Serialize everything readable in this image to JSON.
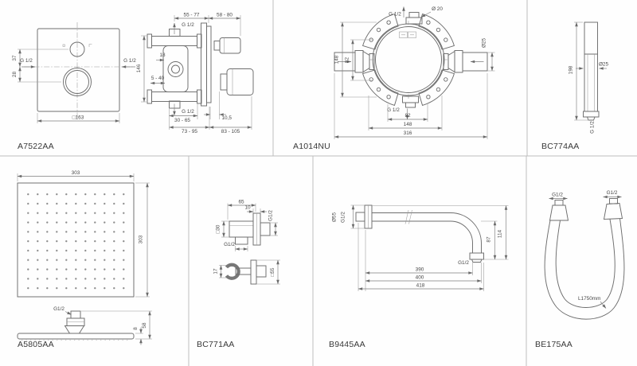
{
  "colors": {
    "line": "#6d6d6d",
    "dim_text": "#474747",
    "grid": "#bdbdbd"
  },
  "panels": {
    "p1": {
      "code": "A7522AA",
      "front": {
        "d37": "37",
        "d28": "28",
        "gL": "G 1/2",
        "gR": "G 1/2",
        "w163": "□163"
      },
      "side": {
        "s5577": "55 - 77",
        "s5880": "58 - 80",
        "gT": "G 1/2",
        "d18": "18",
        "h146": "146",
        "s540": "5 - 40",
        "gB": "G 1/2",
        "s3065": "30 - 65",
        "d105": "10,5",
        "s7395": "73 - 95",
        "s83105": "83 - 105"
      }
    },
    "p2": {
      "code": "A1014NU",
      "dims": {
        "gT": "G 1/2",
        "d20": "Ø 20",
        "v148": "148",
        "v82": "82",
        "d25": "Ø25",
        "gB": "G 1/2",
        "h82": "82",
        "h148": "148",
        "h316": "316"
      }
    },
    "p3": {
      "code": "BC774AA",
      "dims": {
        "h198": "198",
        "d25": "Ø25",
        "g": "G 1/2"
      }
    },
    "p4": {
      "code": "A5805AA",
      "dims": {
        "w303": "303",
        "h303": "303",
        "g": "G1/2",
        "t8": "8",
        "h58": "58"
      }
    },
    "p5": {
      "code": "BC771AA",
      "dims": {
        "w65": "65",
        "d10": "10",
        "gR": "G1/2",
        "sq30": "□30",
        "gB": "G1/2",
        "d17": "17",
        "sq55": "□55"
      }
    },
    "p6": {
      "code": "B9445AA",
      "dims": {
        "d55": "Ø55",
        "gL": "G1/2",
        "v87": "87",
        "v114": "114",
        "gOut": "G1/2",
        "h390": "390",
        "h400": "400",
        "h418": "418"
      }
    },
    "p7": {
      "code": "BE175AA",
      "dims": {
        "gL": "G1/2",
        "gR": "G1/2",
        "len": "L1750mm"
      }
    }
  }
}
